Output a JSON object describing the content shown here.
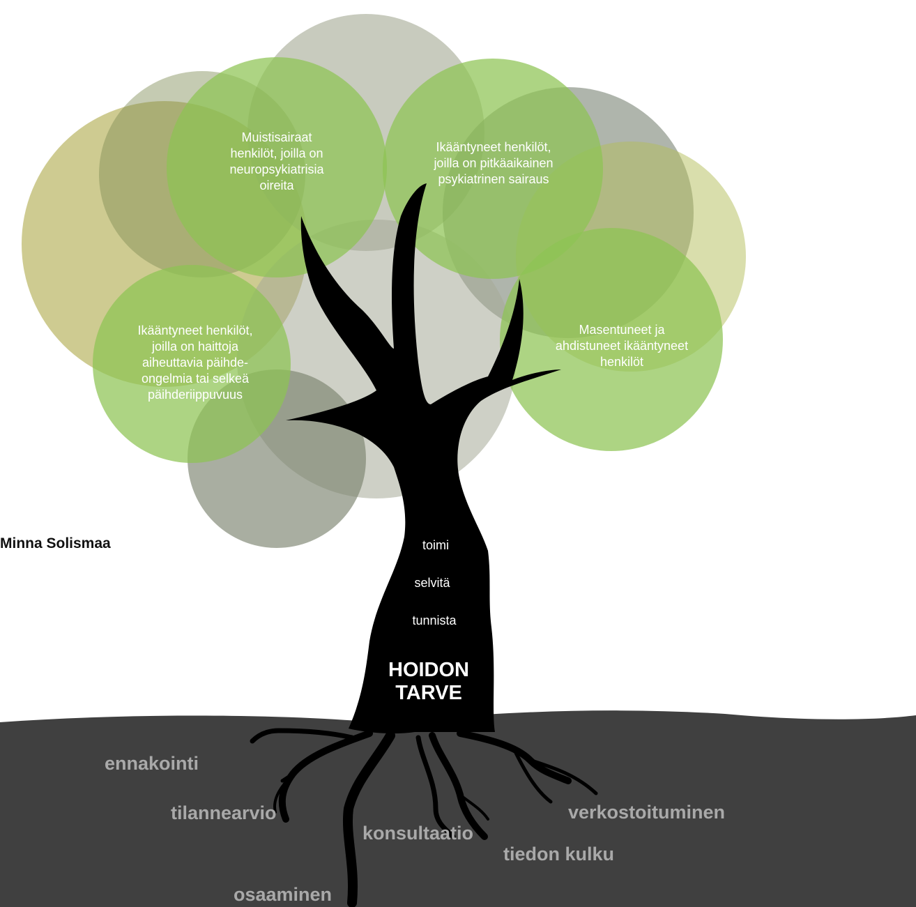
{
  "author": "Minna Solismaa",
  "groups": [
    "Muistisairaat\nhenkilöt, joilla on\nneuropsykiatrisia\noireita",
    "Ikääntyneet henkilöt,\njoilla on pitkäaikainen\npsykiatrinen sairaus",
    "Ikääntyneet henkilöt,\njoilla on haittoja\naiheuttavia päihde-\nongelmia tai selkeä\npäihderiippuvuus",
    "Masentuneet ja\nahdistuneet ikääntyneet\nhenkilöt"
  ],
  "trunk_words": [
    "toimi",
    "selvitä",
    "tunnista"
  ],
  "main_label": "HOIDON\nTARVE",
  "root_words": [
    "ennakointi",
    "tilannearvio",
    "konsultaatio",
    "verkostoituminen",
    "tiedon kulku",
    "osaaminen"
  ],
  "colors": {
    "ground": "#404040",
    "trunk": "#000000",
    "root_text": "#a9a9a9",
    "leaf_green": "#8dc453",
    "leaf_olive": "#a8a94a",
    "leaf_grey": "#7f8a72"
  }
}
